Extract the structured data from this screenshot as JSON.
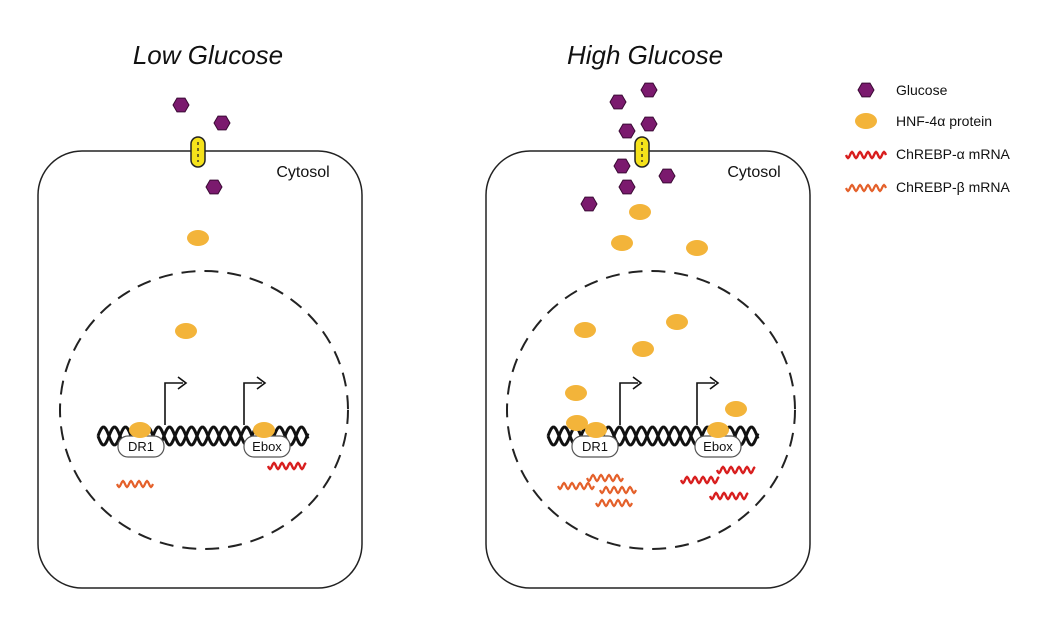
{
  "panels": [
    {
      "title": "Low Glucose",
      "compartment_label": "Cytosol",
      "elements": [
        "DR1",
        "Ebox"
      ]
    },
    {
      "title": "High Glucose",
      "compartment_label": "Cytosol",
      "elements": [
        "DR1",
        "Ebox"
      ]
    }
  ],
  "legend": [
    {
      "label": "Glucose",
      "symbol": "hexagon",
      "color": "#7B1A6E"
    },
    {
      "label": "HNF-4α protein",
      "symbol": "ellipse",
      "color": "#F3B43A"
    },
    {
      "label": "ChREBP-α mRNA",
      "symbol": "wave",
      "color": "#D81E1E"
    },
    {
      "label": "ChREBP-β mRNA",
      "symbol": "wave",
      "color": "#E4602A"
    }
  ],
  "colors": {
    "glucose": "#7B1A6E",
    "hnf4a": "#F3B43A",
    "chrebp_alpha": "#D81E1E",
    "chrebp_beta": "#E4602A",
    "transporter": "#F5E21B"
  }
}
